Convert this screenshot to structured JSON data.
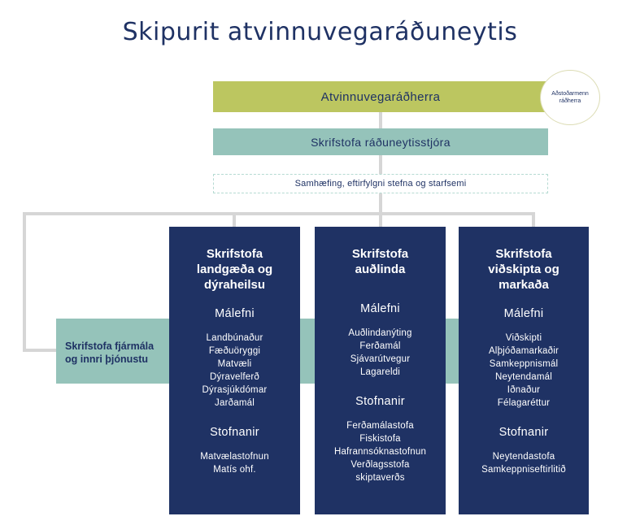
{
  "title": "Skipurit atvinnuvegaráðuneytis",
  "minister": "Atvinnuvegaráðherra",
  "assistant": [
    "Aðstoðarmenn",
    "ráðherra"
  ],
  "ps_office": "Skrifstofa ráðuneytisstjóra",
  "coordination": "Samhæfing, eftirfylgni stefna og starfsemi",
  "finance": [
    "Skrifstofa fjármála",
    "og innri þjónustu"
  ],
  "departments": [
    {
      "name": [
        "Skrifstofa",
        "landgæða og",
        "dýraheilsu"
      ],
      "issues_label": "Málefni",
      "issues": [
        "Landbúnaður",
        "Fæðuöryggi",
        "Matvæli",
        "Dýravelferð",
        "Dýrasjúkdómar",
        "Jarðamál"
      ],
      "institutions_label": "Stofnanir",
      "institutions": [
        "Matvælastofnun",
        "Matís ohf."
      ]
    },
    {
      "name": [
        "Skrifstofa",
        "auðlinda"
      ],
      "issues_label": "Málefni",
      "issues": [
        "Auðlindanýting",
        "Ferðamál",
        "Sjávarútvegur",
        "Lagareldi"
      ],
      "institutions_label": "Stofnanir",
      "institutions": [
        "Ferðamálastofa",
        "Fiskistofa",
        "Hafrannsóknastofnun",
        "Verðlagsstofa",
        "skiptaverðs"
      ]
    },
    {
      "name": [
        "Skrifstofa",
        "viðskipta og",
        "markaða"
      ],
      "issues_label": "Málefni",
      "issues": [
        "Viðskipti",
        "Alþjóðamarkaðir",
        "Samkeppnismál",
        "Neytendamál",
        "Iðnaður",
        "Félagaréttur"
      ],
      "institutions_label": "Stofnanir",
      "institutions": [
        "Neytendastofa",
        "Samkeppniseftirlitið"
      ]
    }
  ],
  "colors": {
    "navy": "#1f3264",
    "olive": "#bcc660",
    "teal": "#95c3ba",
    "connector": "#d6d6d6"
  }
}
